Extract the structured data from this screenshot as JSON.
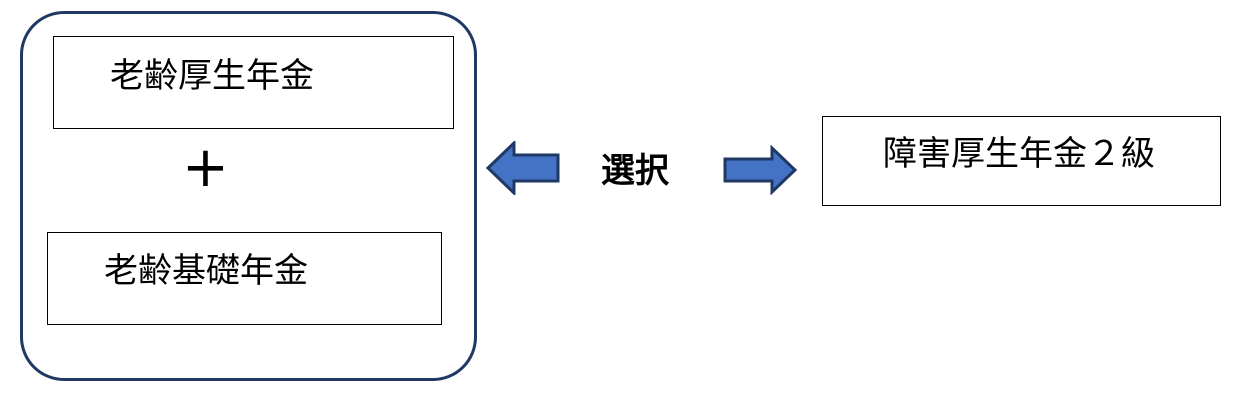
{
  "diagram": {
    "left_group": {
      "top_box_label": "老齢厚生年金",
      "plus_sign": "+",
      "bottom_box_label": "老齢基礎年金"
    },
    "choice_label": "選択",
    "right_box_label": "障害厚生年金２級",
    "colors": {
      "frame_border": "#1f3864",
      "arrow_fill": "#4472c4",
      "arrow_stroke": "#1f3864",
      "box_border": "#000000"
    },
    "icons": {
      "left": "arrow-left-icon",
      "right": "arrow-right-icon"
    }
  }
}
